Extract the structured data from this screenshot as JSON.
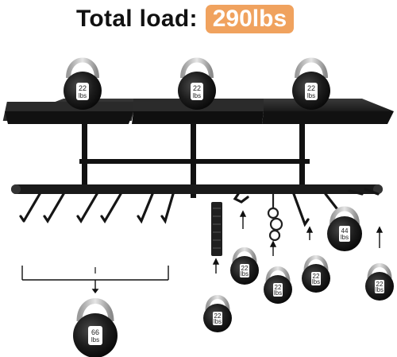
{
  "headline": {
    "label": "Total load:",
    "value": "290lbs",
    "badge_color": "#f0a25e"
  },
  "shelf_kettlebells": [
    {
      "weight": "22",
      "unit": "lbs"
    },
    {
      "weight": "22",
      "unit": "lbs"
    },
    {
      "weight": "22",
      "unit": "lbs"
    }
  ],
  "hanging_kettlebells": [
    {
      "weight": "22",
      "unit": "lbs"
    },
    {
      "weight": "22",
      "unit": "lbs"
    },
    {
      "weight": "22",
      "unit": "lbs"
    },
    {
      "weight": "22",
      "unit": "lbs"
    },
    {
      "weight": "44",
      "unit": "lbs"
    },
    {
      "weight": "22",
      "unit": "lbs"
    }
  ],
  "group_kettlebell": {
    "weight": "66",
    "unit": "lbs"
  },
  "icons": [
    "kettlebell-icon",
    "storage-rack-icon",
    "hook-icon",
    "arrow-up-icon",
    "bracket-icon"
  ]
}
